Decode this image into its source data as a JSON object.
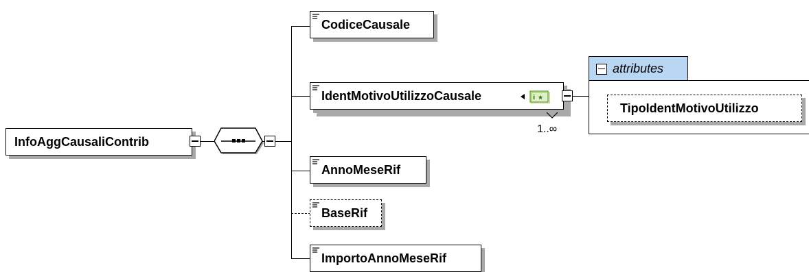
{
  "root": {
    "label": "InfoAggCausaliContrib"
  },
  "sequence": {
    "name": "sequence-compositor"
  },
  "children": [
    {
      "label": "CodiceCausale",
      "optional": false
    },
    {
      "label": "IdentMotivoUtilizzoCausale",
      "optional": false,
      "occurs": "1..∞"
    },
    {
      "label": "AnnoMeseRif",
      "optional": false
    },
    {
      "label": "BaseRif",
      "optional": true
    },
    {
      "label": "ImportoAnnoMeseRif",
      "optional": false
    }
  ],
  "attributes": {
    "title": "attributes",
    "items": [
      {
        "label": "TipoIdentMotivoUtilizzo",
        "optional": true
      }
    ]
  },
  "colors": {
    "attributes_tab": "#b9d6f2",
    "shadow": "#a9a9a9",
    "simple_type_icon": "#8cc63f"
  }
}
